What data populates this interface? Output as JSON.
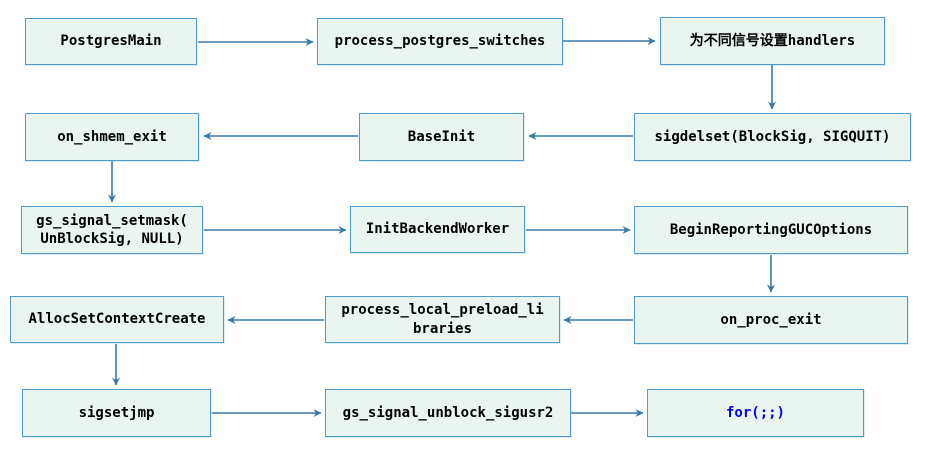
{
  "diagram": {
    "type": "flowchart",
    "nodes": [
      {
        "name": "postgres-main",
        "label": "PostgresMain"
      },
      {
        "name": "process-postgres-switches",
        "label": "process_postgres_switches"
      },
      {
        "name": "setup-signal-handlers",
        "label": "为不同信号设置handlers"
      },
      {
        "name": "on-shmem-exit",
        "label": "on_shmem_exit"
      },
      {
        "name": "base-init",
        "label": "BaseInit"
      },
      {
        "name": "sigdelset",
        "label": "sigdelset(BlockSig, SIGQUIT)"
      },
      {
        "name": "gs-signal-setmask",
        "label": "gs_signal_setmask(\nUnBlockSig, NULL)"
      },
      {
        "name": "init-backend-worker",
        "label": "InitBackendWorker"
      },
      {
        "name": "begin-reporting-guc-options",
        "label": "BeginReportingGUCOptions"
      },
      {
        "name": "alloc-set-context-create",
        "label": "AllocSetContextCreate"
      },
      {
        "name": "process-local-preload-libraries",
        "label": "process_local_preload_li\nbraries"
      },
      {
        "name": "on-proc-exit",
        "label": "on_proc_exit"
      },
      {
        "name": "sigsetjmp",
        "label": "sigsetjmp"
      },
      {
        "name": "gs-signal-unblock-sigusr2",
        "label": "gs_signal_unblock_sigusr2"
      },
      {
        "name": "for-loop",
        "label": "for(;;)"
      }
    ],
    "edges": [
      "PostgresMain -> process_postgres_switches",
      "process_postgres_switches -> 为不同信号设置handlers",
      "为不同信号设置handlers -> sigdelset(BlockSig, SIGQUIT)",
      "sigdelset(BlockSig, SIGQUIT) -> BaseInit",
      "BaseInit -> on_shmem_exit",
      "on_shmem_exit -> gs_signal_setmask(UnBlockSig, NULL)",
      "gs_signal_setmask(UnBlockSig, NULL) -> InitBackendWorker",
      "InitBackendWorker -> BeginReportingGUCOptions",
      "BeginReportingGUCOptions -> on_proc_exit",
      "on_proc_exit -> process_local_preload_libraries",
      "process_local_preload_libraries -> AllocSetContextCreate",
      "AllocSetContextCreate -> sigsetjmp",
      "sigsetjmp -> gs_signal_unblock_sigusr2",
      "gs_signal_unblock_sigusr2 -> for(;;)"
    ],
    "colors": {
      "node_fill": "#eaf4f1",
      "node_border": "#4e9dcd",
      "arrow": "#3878a8",
      "text": "#000000",
      "keyword_text": "#0000ee",
      "background": "#ffffff"
    }
  }
}
